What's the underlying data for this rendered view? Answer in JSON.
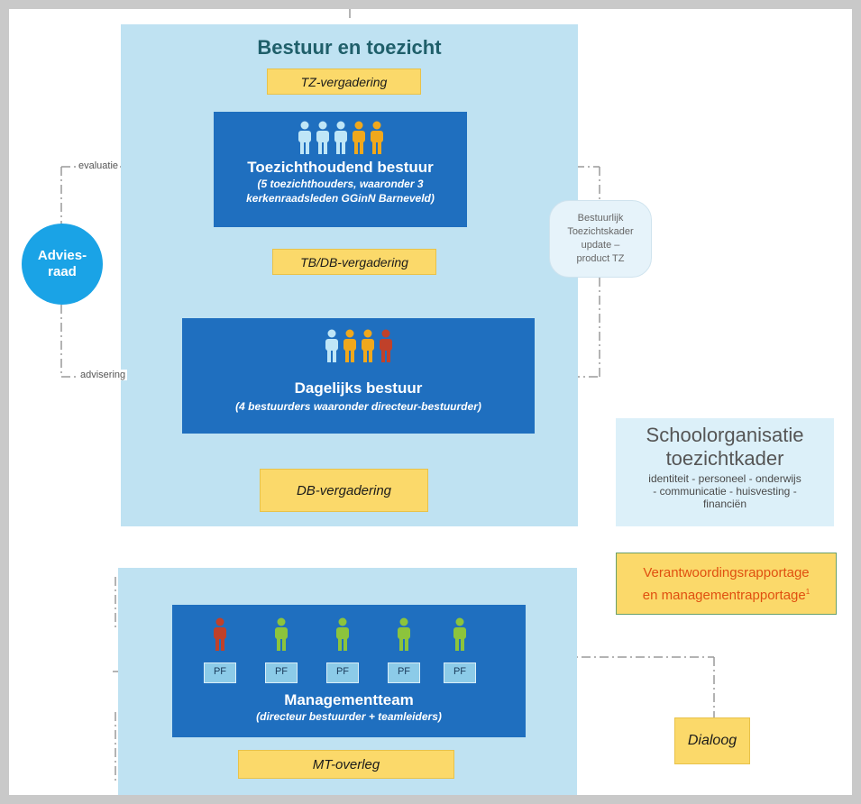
{
  "title": "Bestuur en toezicht",
  "tz_vergadering": "TZ-vergadering",
  "toezichthoudend": {
    "title": "Toezichthoudend bestuur",
    "sub1": "(5 toezichthouders, waaronder 3",
    "sub2": "kerkenraadsleden GGinN Barneveld)"
  },
  "tbdb_vergadering": "TB/DB-vergadering",
  "dagelijks": {
    "title": "Dagelijks bestuur",
    "sub": "(4 bestuurders waaronder directeur-bestuurder)"
  },
  "db_vergadering": "DB-vergadering",
  "adviesraad": {
    "line1": "Advies-",
    "line2": "raad"
  },
  "evaluatie": "evaluatie",
  "advisering": "advisering",
  "bestuurlijk": {
    "line1": "Bestuurlijk",
    "line2": "Toezichtskader",
    "line3": "update –",
    "line4": "product TZ"
  },
  "schoolorganisatie": {
    "line1": "Schoolorganisatie",
    "line2": "toezichtkader",
    "line3": "identiteit - personeel - onderwijs",
    "line4": "- communicatie - huisvesting -",
    "line5": "financiën"
  },
  "verantwoording": {
    "line1": "Verantwoordingsrapportage",
    "line2": "en managementrapportage",
    "sup": "1"
  },
  "managementteam": {
    "title": "Managementteam",
    "sub": "(directeur bestuurder + teamleiders)",
    "pf_labels": [
      "PF",
      "PF",
      "PF",
      "PF",
      "PF"
    ]
  },
  "mt_overleg": "MT-overleg",
  "dialoog": "Dialoog",
  "colors": {
    "light_blue_person": "#bfe6f7",
    "orange_person": "#f0a81c",
    "red_person": "#c0412a",
    "green_person": "#8cc43c",
    "panel": "#bfe2f2",
    "dark_box": "#1f6fbf",
    "yellow": "#fbd96a"
  }
}
